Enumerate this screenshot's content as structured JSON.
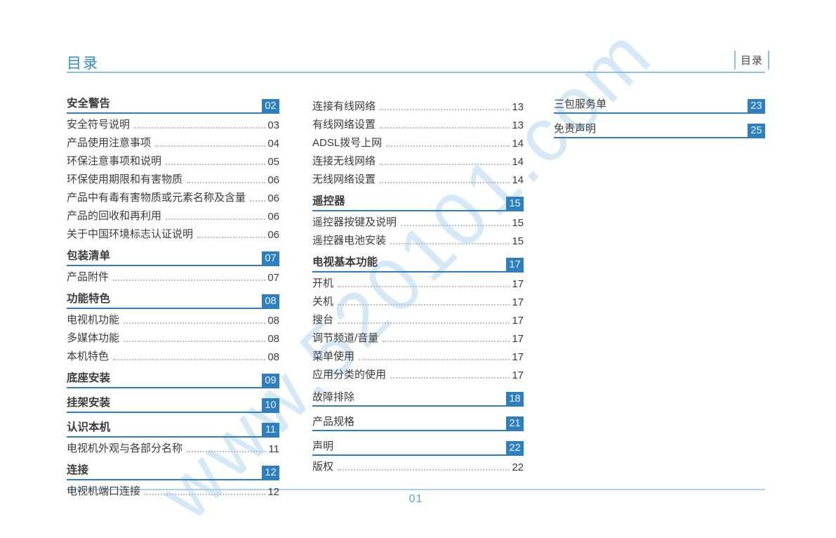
{
  "header": {
    "title": "目录",
    "corner_label": "目录"
  },
  "footer": {
    "page_number": "01"
  },
  "watermark": "www.520101.com",
  "colors": {
    "accent_blue": "#2d7fc1",
    "header_blue": "#2e8dce",
    "light_rule_blue": "#8cc1e6",
    "footer_blue": "#58a8de",
    "badge_text": "#e9f5fd",
    "body_text": "#3b3b3b",
    "dot_leader": "#b4bfc8"
  },
  "columns": [
    {
      "entries": [
        {
          "type": "section",
          "bold": true,
          "label": "安全警告",
          "page": "02"
        },
        {
          "type": "item",
          "label": "安全符号说明",
          "page": "03"
        },
        {
          "type": "item",
          "label": "产品使用注意事项",
          "page": "04"
        },
        {
          "type": "item",
          "label": "环保注意事项和说明",
          "page": "05"
        },
        {
          "type": "item",
          "label": "环保使用期限和有害物质",
          "page": "06"
        },
        {
          "type": "item",
          "label": "产品中有毒有害物质或元素名称及含量",
          "page": "06"
        },
        {
          "type": "item",
          "label": "产品的回收和再利用",
          "page": "06"
        },
        {
          "type": "item",
          "label": "关于中国环境标志认证说明",
          "page": "06"
        },
        {
          "type": "section",
          "bold": true,
          "label": "包装清单",
          "page": "07"
        },
        {
          "type": "item",
          "label": "产品附件",
          "page": "07"
        },
        {
          "type": "section",
          "bold": true,
          "label": "功能特色",
          "page": "08"
        },
        {
          "type": "item",
          "label": "电视机功能",
          "page": "08"
        },
        {
          "type": "item",
          "label": "多媒体功能",
          "page": "08"
        },
        {
          "type": "item",
          "label": "本机特色",
          "page": "08"
        },
        {
          "type": "section",
          "bold": true,
          "label": "底座安装",
          "page": "09"
        },
        {
          "type": "section",
          "bold": true,
          "label": "挂架安装",
          "page": "10"
        },
        {
          "type": "section",
          "bold": true,
          "label": "认识本机",
          "page": "11"
        },
        {
          "type": "item",
          "label": "电视机外观与各部分名称",
          "page": "11"
        },
        {
          "type": "section",
          "bold": true,
          "label": "连接",
          "page": "12"
        },
        {
          "type": "item",
          "label": "电视机端口连接",
          "page": "12"
        }
      ]
    },
    {
      "entries": [
        {
          "type": "item",
          "label": "连接有线网络",
          "page": "13"
        },
        {
          "type": "item",
          "label": "有线网络设置",
          "page": "13"
        },
        {
          "type": "item",
          "label": "ADSL拨号上网",
          "page": "14"
        },
        {
          "type": "item",
          "label": "连接无线网络",
          "page": "14"
        },
        {
          "type": "item",
          "label": "无线网络设置",
          "page": "14"
        },
        {
          "type": "section",
          "bold": true,
          "label": "遥控器",
          "page": "15"
        },
        {
          "type": "item",
          "label": "遥控器按键及说明",
          "page": "15"
        },
        {
          "type": "item",
          "label": "遥控器电池安装",
          "page": "15"
        },
        {
          "type": "section",
          "bold": true,
          "label": "电视基本功能",
          "page": "17"
        },
        {
          "type": "item",
          "label": "开机",
          "page": "17"
        },
        {
          "type": "item",
          "label": "关机",
          "page": "17"
        },
        {
          "type": "item",
          "label": "搜台",
          "page": "17"
        },
        {
          "type": "item",
          "label": "调节频道/音量",
          "page": "17"
        },
        {
          "type": "item",
          "label": "菜单使用",
          "page": "17"
        },
        {
          "type": "item",
          "label": "应用分类的使用",
          "page": "17"
        },
        {
          "type": "section",
          "bold": false,
          "label": "故障排除",
          "page": "18"
        },
        {
          "type": "section",
          "bold": false,
          "label": "产品规格",
          "page": "21"
        },
        {
          "type": "section",
          "bold": false,
          "label": "声明",
          "page": "22"
        },
        {
          "type": "item",
          "label": "版权",
          "page": "22"
        }
      ]
    },
    {
      "entries": [
        {
          "type": "section",
          "bold": false,
          "label": "三包服务单",
          "page": "23"
        },
        {
          "type": "section",
          "bold": false,
          "label": "免责声明",
          "page": "25"
        }
      ]
    }
  ]
}
